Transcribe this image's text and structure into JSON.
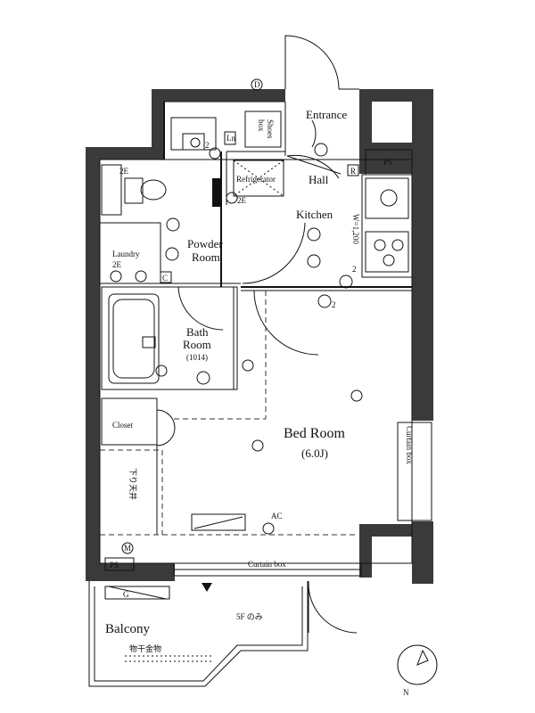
{
  "labels": {
    "entrance": "Entrance",
    "hall": "Hall",
    "kitchen": "Kitchen",
    "powder_room_1": "Powder",
    "powder_room_2": "Room",
    "laundry": "Laundry",
    "bath_1": "Bath",
    "bath_2": "Room",
    "bath_size": "(1014)",
    "closet": "Closet",
    "bed_room": "Bed Room",
    "bed_size": "(6.0J)",
    "balcony": "Balcony",
    "curtain_box_bottom": "Curtain box",
    "curtain_box_side": "Curtain box",
    "shoes_box_1": "Shoes",
    "shoes_box_2": "box",
    "refrigerator": "Refrigerator",
    "ps_top": "PS",
    "ps_bottom": "PS",
    "ac": "AC",
    "w1200": "W=1,200",
    "dropped_ceiling": "下り天井",
    "drying_rack": "物干金物",
    "fifth_floor_only": "5F のみ",
    "r_mark": "R",
    "c_mark": "C",
    "l_mark": "Ln",
    "m_mark": "M",
    "g_mark": "G",
    "two_e_1": "2E",
    "two_e_2": "2E",
    "two_e_3": "2E",
    "two_1": "2",
    "two_2": "2",
    "two_3": "2",
    "d_mark": "D",
    "n_mark": "N"
  },
  "colors": {
    "wall": "#3a3a3a",
    "line": "#111111"
  }
}
